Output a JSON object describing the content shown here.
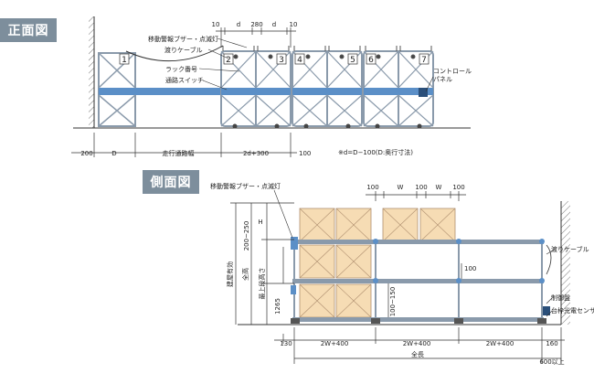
{
  "front_view": {
    "title": "正面図",
    "dims_top": [
      "10",
      "d",
      "280",
      "d",
      "10"
    ],
    "bay_numbers": [
      "1",
      "2",
      "3",
      "4",
      "5",
      "6",
      "7"
    ],
    "callouts": {
      "alarm": "移動警報ブザー・点滅灯",
      "cable": "渡りケーブル",
      "rack_no": "ラック番号",
      "pass_switch": "通路スイッチ",
      "control_line1": "コントロール",
      "control_line2": "パネル"
    },
    "dims_bottom": {
      "left": "200",
      "d": "D",
      "aisle": "走行通路幅",
      "span": "2d+300",
      "right": "100"
    },
    "note": "※d=D−100(D:奥行寸法)"
  },
  "side_view": {
    "title": "側面図",
    "alarm": "移動警報ブザー・点滅灯",
    "dims_top": [
      "100",
      "W",
      "100",
      "W",
      "100"
    ],
    "vertical_labels": {
      "building_height": "建屋有効",
      "overall_height": "全高",
      "top_clear": "H",
      "top_range": "200~250",
      "top_level": "最上段高さ",
      "base": "1265",
      "low_range": "100~150"
    },
    "shelf_gap": "100",
    "callouts": {
      "cable": "渡りケーブル",
      "control": "制御盤",
      "sensor": "台枠光電センサ"
    },
    "dims_bottom": {
      "left": "130",
      "bay1": "2W+400",
      "bay2": "2W+400",
      "bay3": "2W+400",
      "right": "160",
      "total": "全長",
      "min": "600以上"
    }
  },
  "colors": {
    "frame": "#8a9aab",
    "beam": "#5b8fc7",
    "box_fill": "#f6dcb4",
    "box_line": "#b09070",
    "badge": "#7d8e9c"
  }
}
